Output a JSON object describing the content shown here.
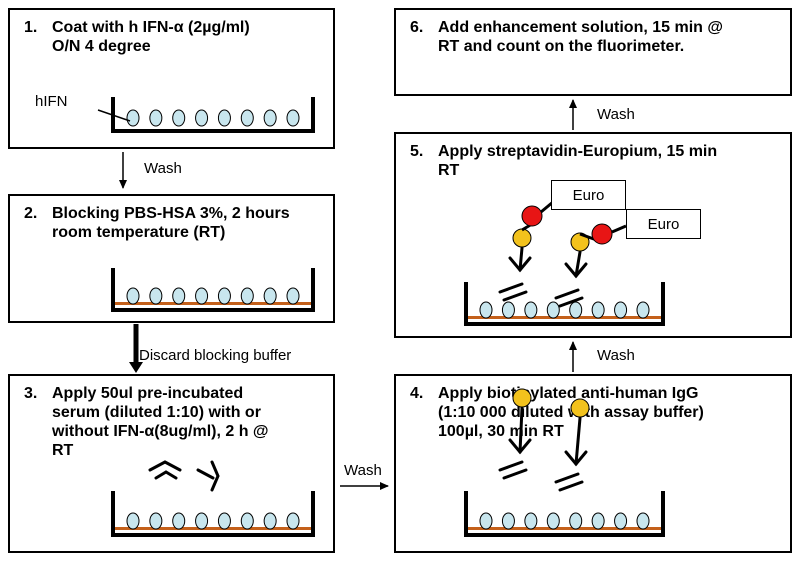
{
  "steps": [
    {
      "number": "1.",
      "text": "Coat with h IFN-α (2µg/ml)\nO/N 4 degree"
    },
    {
      "number": "2.",
      "text": "Blocking PBS-HSA 3%, 2 hours\nroom temperature (RT)"
    },
    {
      "number": "3.",
      "text": "Apply 50ul pre-incubated\nserum (diluted 1:10) with or\nwithout IFN-α(8ug/ml), 2 h @\nRT"
    },
    {
      "number": "4.",
      "text": "Apply biotinylated anti-human IgG\n(1:10 000 diluted with assay buffer)\n100µl, 30 min RT"
    },
    {
      "number": "5.",
      "text": "Apply streptavidin-Europium, 15 min\nRT"
    },
    {
      "number": "6.",
      "text": "Add enhancement solution, 15 min @\nRT and count on the fluorimeter."
    }
  ],
  "labels": {
    "hifn": "hIFN",
    "wash_1_2": "Wash",
    "discard": "Discard blocking buffer",
    "wash_3_4": "Wash",
    "wash_4_5": "Wash",
    "wash_5_6": "Wash",
    "euro_1": "Euro",
    "euro_2": "Euro"
  },
  "colors": {
    "bead_fill": "#c8e6ee",
    "blocking_layer": "#c4601a",
    "biotin": "#f2c21d",
    "europium": "#e81515"
  }
}
